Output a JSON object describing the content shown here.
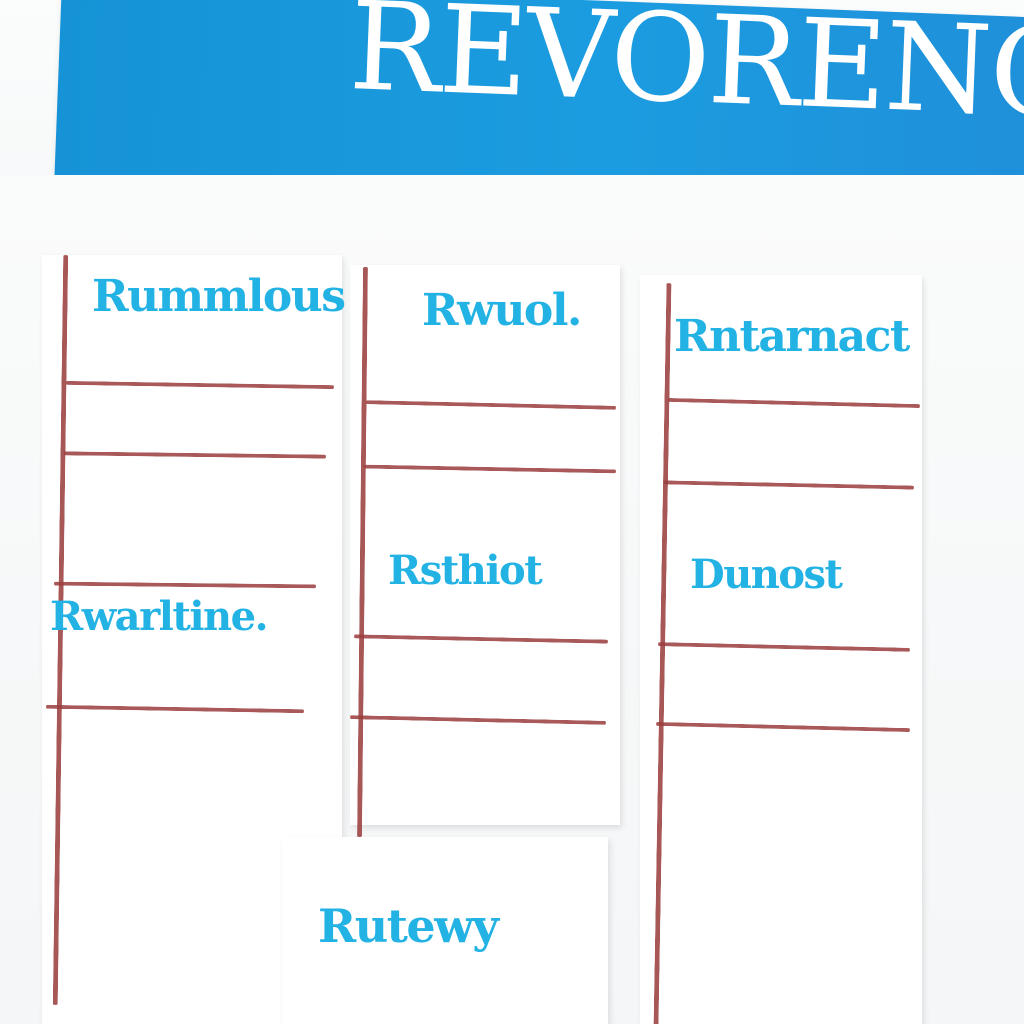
{
  "banner": {
    "title": "REVORENCT"
  },
  "columns": [
    {
      "header": "Rummlous",
      "entry": "Rwarltine."
    },
    {
      "header": "Rwuol.",
      "entry": "Rsthiot"
    },
    {
      "header": "Rntarnact",
      "entry": "Dunost"
    }
  ],
  "footer_card": {
    "label": "Rutewy"
  },
  "colors": {
    "banner_blue": "#1c9ce0",
    "marker_cyan": "#22b2e3",
    "line_maroon": "#9b3d3d"
  }
}
